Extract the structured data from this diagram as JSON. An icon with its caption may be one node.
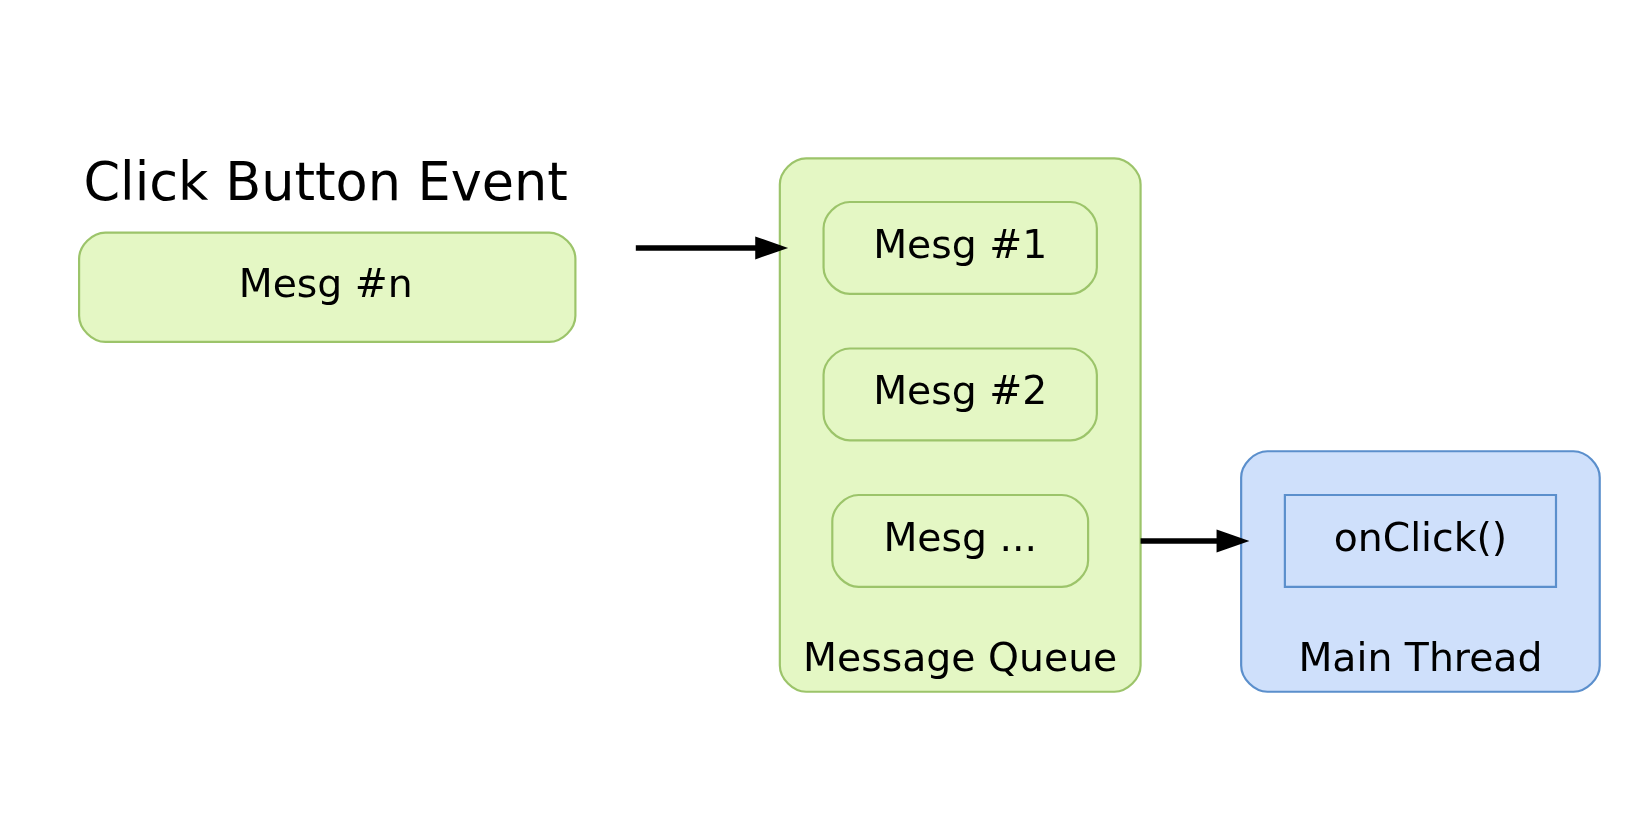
{
  "diagram": {
    "nodes": [
      {
        "text": [
          "Mesg #n"
        ],
        "beside": [
          "Click Button Event"
        ]
      },
      {
        "text": [
          "Message Queue"
        ]
      },
      {
        "text": [
          "Mesg #1"
        ],
        "in": 1
      },
      {
        "text": [
          "Mesg #2"
        ],
        "in": 1
      },
      {
        "text": [
          "Mesg ..."
        ],
        "in": 1
      },
      {
        "text": [
          "Main Thread"
        ]
      },
      {
        "text": [
          "onClick()"
        ],
        "in": 5
      }
    ],
    "edges": [
      {
        "from": 0,
        "to": 1,
        "arrow": "to"
      },
      {
        "from": 1,
        "to": 5,
        "arrow": "to"
      }
    ]
  }
}
